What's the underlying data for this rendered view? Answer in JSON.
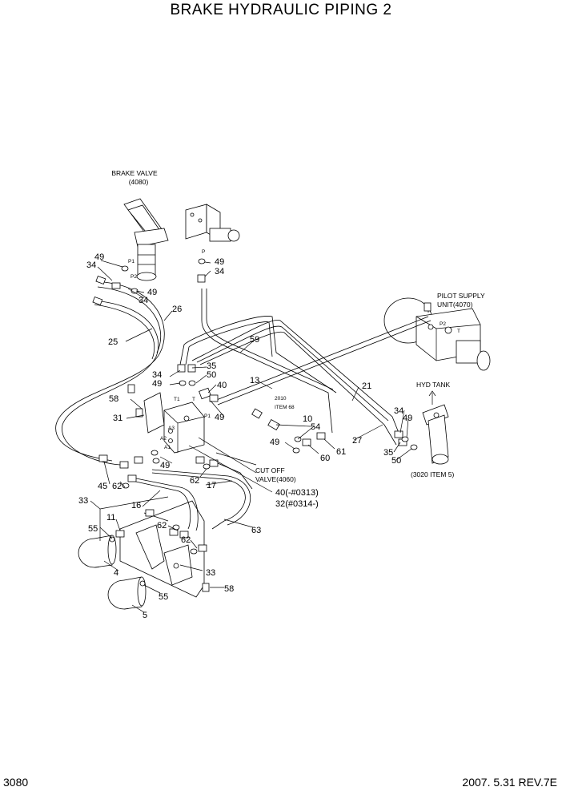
{
  "title": "BRAKE HYDRAULIC PIPING 2",
  "page_number": "3080",
  "revision": "2007. 5.31  REV.7E",
  "callouts": {
    "brake_valve": "BRAKE VALVE",
    "brake_valve_ref": "(4080)",
    "pilot_supply": "PILOT SUPPLY",
    "pilot_supply_ref": "UNIT(4070)",
    "hyd_tank": "HYD TANK",
    "hyd_tank_ref": "(3020  ITEM 5)",
    "cut_off": "CUT OFF",
    "cut_off_ref": "VALVE(4060)",
    "item_2010": "2010",
    "item_68": "ITEM 68",
    "serial_40": "40(-#0313)",
    "serial_32": "32(#0314-)"
  },
  "port_labels": {
    "p1": "P1",
    "p2": "P2",
    "p": "P",
    "t": "T",
    "t1": "T1",
    "a1": "A1",
    "a2": "A2",
    "a3": "A3"
  },
  "part_numbers": {
    "n4": "4",
    "n5": "5",
    "n10": "10",
    "n11": "11",
    "n13": "13",
    "n16": "16",
    "n17": "17",
    "n21": "21",
    "n25": "25",
    "n26": "26",
    "n27": "27",
    "n31": "31",
    "n33": "33",
    "n34": "34",
    "n35": "35",
    "n40": "40",
    "n45": "45",
    "n49": "49",
    "n50": "50",
    "n54": "54",
    "n55": "55",
    "n58": "58",
    "n59": "59",
    "n60": "60",
    "n61": "61",
    "n62": "62",
    "n63": "63"
  }
}
